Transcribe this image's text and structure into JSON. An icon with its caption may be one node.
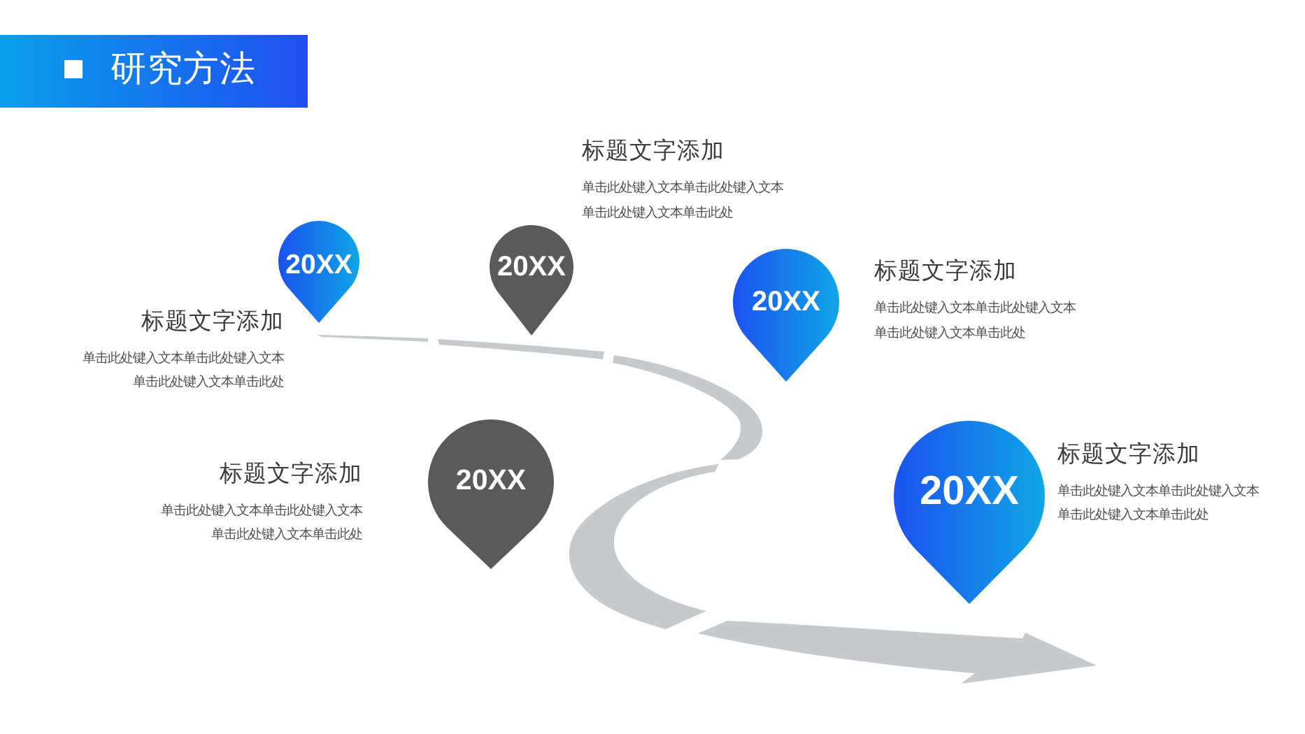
{
  "diagram": {
    "title": "研究方法",
    "nodes": [
      {
        "text": [
          "20XX"
        ],
        "beside": [
          "标题文字添加",
          "单击此处键入文本单击此处键入文本单击此处键入文本单击此处"
        ]
      },
      {
        "text": [
          "20XX"
        ],
        "beside": [
          "标题文字添加",
          "单击此处键入文本单击此处键入文本单击此处键入文本单击此处"
        ]
      },
      {
        "text": [
          "20XX"
        ],
        "beside": [
          "标题文字添加",
          "单击此处键入文本单击此处键入文本单击此处键入文本单击此处"
        ]
      },
      {
        "text": [
          "20XX"
        ],
        "beside": [
          "标题文字添加",
          "单击此处键入文本单击此处键入文本单击此处键入文本单击此处"
        ]
      },
      {
        "text": [
          "20XX"
        ],
        "beside": [
          "标题文字添加",
          "单击此处键入文本单击此处键入文本单击此处键入文本单击此处"
        ]
      }
    ]
  }
}
